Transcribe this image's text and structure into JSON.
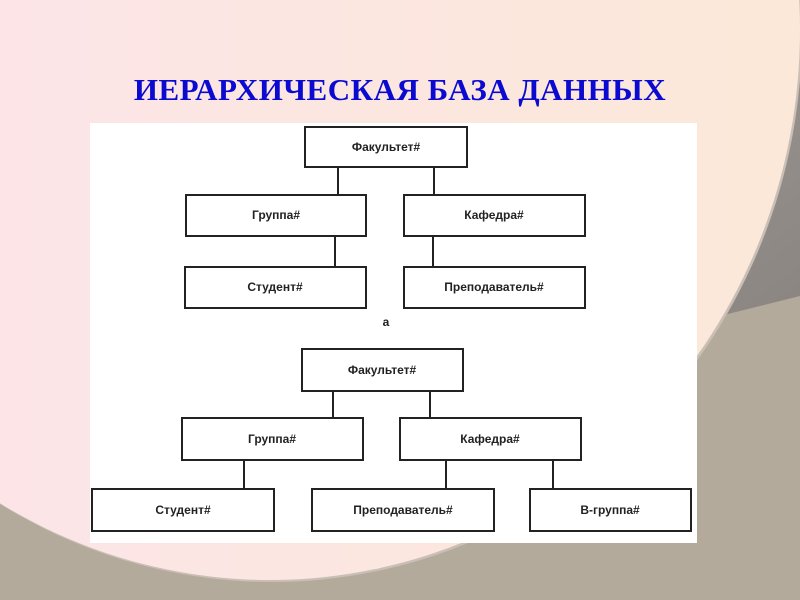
{
  "slide": {
    "title": "ИЕРАРХИЧЕСКАЯ БАЗА ДАННЫХ"
  },
  "diagram_a": {
    "root": "Факультет#",
    "group": "Группа#",
    "department": "Кафедра#",
    "student": "Студент#",
    "teacher": "Преподаватель#",
    "caption": "а"
  },
  "diagram_b": {
    "root": "Факультет#",
    "group": "Группа#",
    "department": "Кафедра#",
    "student": "Студент#",
    "teacher": "Преподаватель#",
    "vgroup": "В-группа#"
  }
}
